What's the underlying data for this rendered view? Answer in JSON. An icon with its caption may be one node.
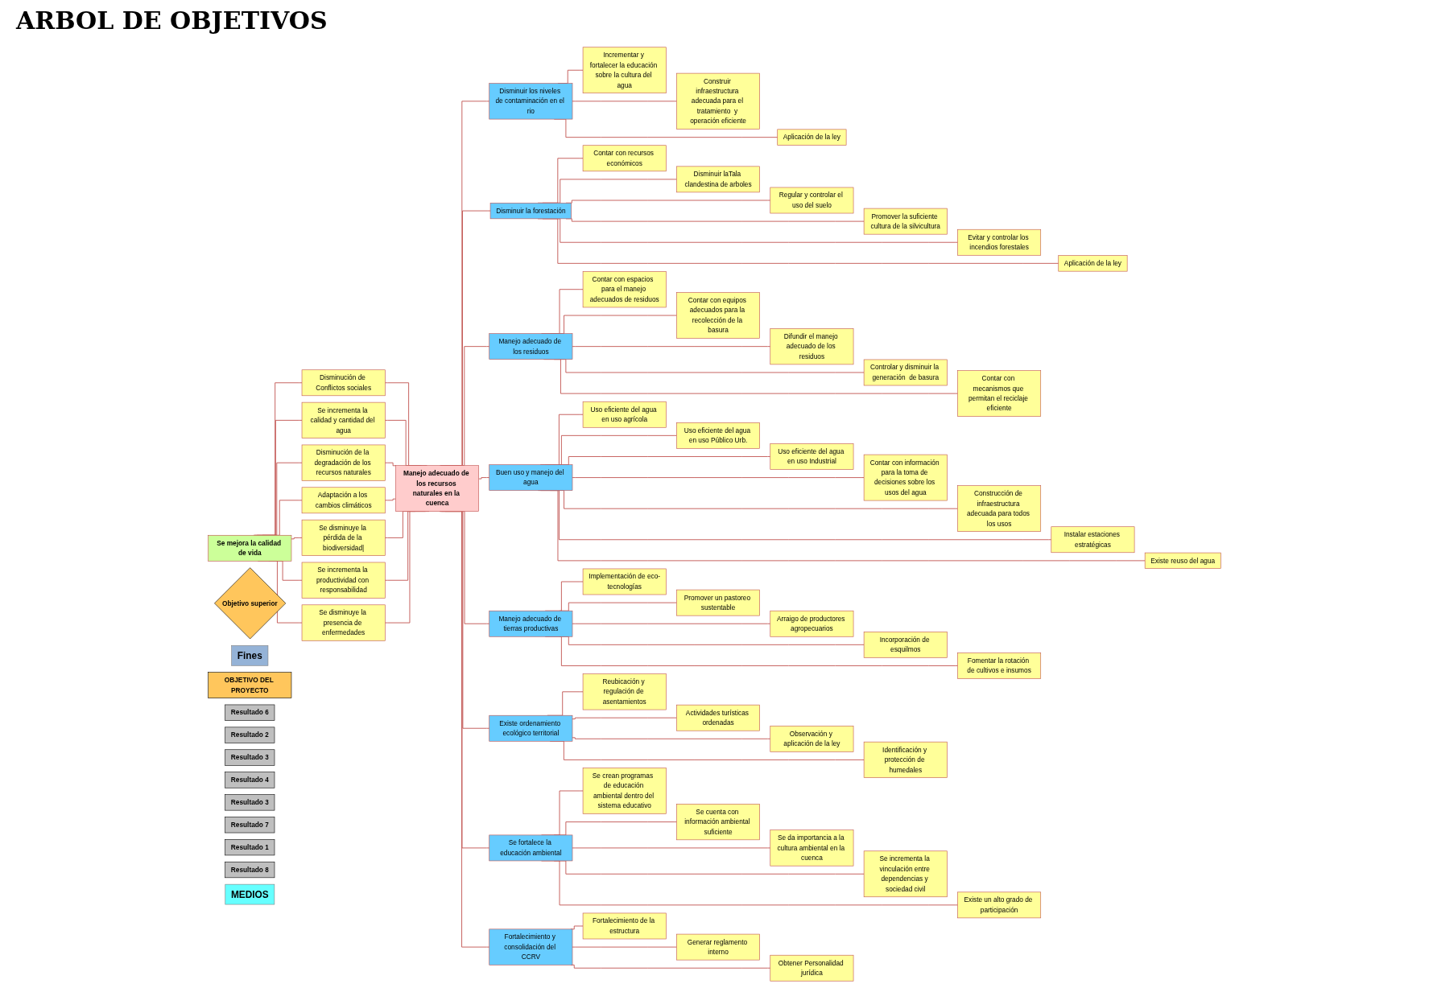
{
  "diagram": {
    "title": "ARBOL DE OBJETIVOS",
    "nodes": [
      {
        "text": [
          "Se mejora la calidad de vida"
        ]
      },
      {
        "text": [
          "Objetivo superior"
        ]
      },
      {
        "text": [
          "Fines"
        ]
      },
      {
        "text": [
          "Disminución de Conflictos sociales"
        ]
      },
      {
        "text": [
          "Se incrementa la calidad y cantidad del agua"
        ]
      },
      {
        "text": [
          "Disminución de la degradación de los recursos naturales"
        ]
      },
      {
        "text": [
          "Adaptación a los cambios climáticos"
        ]
      },
      {
        "text": [
          "Se disminuye la pérdida de la biodiversidad|"
        ]
      },
      {
        "text": [
          "Se incrementa la productividad con responsabilidad"
        ]
      },
      {
        "text": [
          "Se disminuye la presencia de enfermedades"
        ]
      },
      {
        "text": [
          "Manejo adecuado de los recursos naturales en la cuenca"
        ]
      },
      {
        "text": [
          "OBJETIVO DEL PROYECTO"
        ]
      },
      {
        "text": [
          "Resultado 6"
        ]
      },
      {
        "text": [
          "Resultado 2"
        ]
      },
      {
        "text": [
          "Resultado 3"
        ]
      },
      {
        "text": [
          "Resultado 4"
        ]
      },
      {
        "text": [
          "Resultado 3"
        ]
      },
      {
        "text": [
          "Resultado 7"
        ]
      },
      {
        "text": [
          "Resultado 1"
        ]
      },
      {
        "text": [
          "Resultado 8"
        ]
      },
      {
        "text": [
          "Disminuir los niveles de contaminación en el rio"
        ]
      },
      {
        "text": [
          "Disminuir  la forestación"
        ]
      },
      {
        "text": [
          "Manejo adecuado de los residuos"
        ]
      },
      {
        "text": [
          "Buen uso y manejo del agua"
        ]
      },
      {
        "text": [
          "Manejo adecuado de tierras productivas"
        ]
      },
      {
        "text": [
          "Existe ordenamiento ecológico territorial"
        ]
      },
      {
        "text": [
          "Se fortalece la educación ambiental"
        ]
      },
      {
        "text": [
          "Fortalecimiento y consolidación del CCRV"
        ]
      },
      {
        "text": [
          "Incrementar y fortalecer la educación sobre la cultura del agua"
        ]
      },
      {
        "text": [
          "Construir infraestructura adecuada para el tratamiento  y operación eficiente"
        ]
      },
      {
        "text": [
          "Aplicación de la ley"
        ]
      },
      {
        "text": [
          "Contar con recursos económicos"
        ]
      },
      {
        "text": [
          "Disminuir laTala clandestina de arboles"
        ]
      },
      {
        "text": [
          "Regular y controlar el uso del suelo"
        ]
      },
      {
        "text": [
          "Promover la suficiente cultura de la silvicultura"
        ]
      },
      {
        "text": [
          "Evitar y controlar los incendios forestales"
        ]
      },
      {
        "text": [
          "Aplicación de la ley"
        ]
      },
      {
        "text": [
          "Contar con espacios  para el manejo adecuados de residuos"
        ]
      },
      {
        "text": [
          "Contar con equipos adecuados para la recolección de la basura"
        ]
      },
      {
        "text": [
          "Difundir el manejo adecuado de los residuos"
        ]
      },
      {
        "text": [
          "Controlar y disminuir la generación  de basura"
        ]
      },
      {
        "text": [
          "Contar con mecanismos que permitan el reciclaje eficiente"
        ]
      },
      {
        "text": [
          "Uso eficiente del agua en uso agrícola"
        ]
      },
      {
        "text": [
          "Uso eficiente del agua en uso Público Urb."
        ]
      },
      {
        "text": [
          "Uso eficiente del agua en uso Industrial"
        ]
      },
      {
        "text": [
          "Contar con información para la toma de decisiones sobre los usos del agua"
        ]
      },
      {
        "text": [
          "Construcción de infraestructura adecuada para todos los usos"
        ]
      },
      {
        "text": [
          "Instalar estaciones estratégicas"
        ]
      },
      {
        "text": [
          "Existe reuso del agua"
        ]
      },
      {
        "text": [
          "Implementación de eco-tecnologías"
        ]
      },
      {
        "text": [
          "Promover un pastoreo sustentable"
        ]
      },
      {
        "text": [
          "Arraigo de productores agropecuarios"
        ]
      },
      {
        "text": [
          "Incorporación de esquilmos"
        ]
      },
      {
        "text": [
          "Fomentar la rotación de cultivos e insumos"
        ]
      },
      {
        "text": [
          "Reubicación y regulación de asentamientos"
        ]
      },
      {
        "text": [
          "Actividades turísticas ordenadas"
        ]
      },
      {
        "text": [
          "Observación y aplicación de la ley"
        ]
      },
      {
        "text": [
          "Identificación y protección de humedales"
        ]
      },
      {
        "text": [
          "Se crean programas  de educación ambiental dentro del sistema educativo"
        ]
      },
      {
        "text": [
          "Se cuenta con información ambiental suficiente"
        ]
      },
      {
        "text": [
          "Se da importancia a la cultura ambiental en la cuenca"
        ]
      },
      {
        "text": [
          "Se incrementa la vinculación entre dependencias y sociedad civil"
        ]
      },
      {
        "text": [
          "Existe un alto grado de participación"
        ]
      },
      {
        "text": [
          "Fortalecimiento de la estructura"
        ]
      },
      {
        "text": [
          "Generar reglamento interno"
        ]
      },
      {
        "text": [
          "Obtener Personalidad jurídica"
        ]
      },
      {
        "text": [
          "MEDIOS"
        ]
      }
    ],
    "edges": [
      {
        "from": 0,
        "to": 3,
        "arrow": "none"
      },
      {
        "from": 0,
        "to": 4,
        "arrow": "none"
      },
      {
        "from": 0,
        "to": 5,
        "arrow": "none"
      },
      {
        "from": 0,
        "to": 6,
        "arrow": "none"
      },
      {
        "from": 0,
        "to": 7,
        "arrow": "none"
      },
      {
        "from": 0,
        "to": 8,
        "arrow": "none"
      },
      {
        "from": 0,
        "to": 9,
        "arrow": "none"
      },
      {
        "from": 3,
        "to": 10,
        "arrow": "none"
      },
      {
        "from": 4,
        "to": 10,
        "arrow": "none"
      },
      {
        "from": 5,
        "to": 10,
        "arrow": "none"
      },
      {
        "from": 6,
        "to": 10,
        "arrow": "none"
      },
      {
        "from": 7,
        "to": 10,
        "arrow": "none"
      },
      {
        "from": 8,
        "to": 10,
        "arrow": "none"
      },
      {
        "from": 9,
        "to": 10,
        "arrow": "none"
      },
      {
        "from": 10,
        "to": 20,
        "arrow": "none"
      },
      {
        "from": 10,
        "to": 21,
        "arrow": "none"
      },
      {
        "from": 10,
        "to": 22,
        "arrow": "none"
      },
      {
        "from": 10,
        "to": 23,
        "arrow": "none"
      },
      {
        "from": 10,
        "to": 24,
        "arrow": "none"
      },
      {
        "from": 10,
        "to": 25,
        "arrow": "none"
      },
      {
        "from": 10,
        "to": 26,
        "arrow": "none"
      },
      {
        "from": 10,
        "to": 27,
        "arrow": "none"
      },
      {
        "from": 20,
        "to": 28,
        "arrow": "none"
      },
      {
        "from": 20,
        "to": 29,
        "arrow": "none"
      },
      {
        "from": 20,
        "to": 30,
        "arrow": "none"
      },
      {
        "from": 21,
        "to": 31,
        "arrow": "none"
      },
      {
        "from": 21,
        "to": 32,
        "arrow": "none"
      },
      {
        "from": 21,
        "to": 33,
        "arrow": "none"
      },
      {
        "from": 21,
        "to": 34,
        "arrow": "none"
      },
      {
        "from": 21,
        "to": 35,
        "arrow": "none"
      },
      {
        "from": 21,
        "to": 36,
        "arrow": "none"
      },
      {
        "from": 22,
        "to": 37,
        "arrow": "none"
      },
      {
        "from": 22,
        "to": 38,
        "arrow": "none"
      },
      {
        "from": 22,
        "to": 39,
        "arrow": "none"
      },
      {
        "from": 22,
        "to": 40,
        "arrow": "none"
      },
      {
        "from": 22,
        "to": 41,
        "arrow": "none"
      },
      {
        "from": 23,
        "to": 42,
        "arrow": "none"
      },
      {
        "from": 23,
        "to": 43,
        "arrow": "none"
      },
      {
        "from": 23,
        "to": 44,
        "arrow": "none"
      },
      {
        "from": 23,
        "to": 45,
        "arrow": "none"
      },
      {
        "from": 23,
        "to": 46,
        "arrow": "none"
      },
      {
        "from": 23,
        "to": 47,
        "arrow": "none"
      },
      {
        "from": 23,
        "to": 48,
        "arrow": "none"
      },
      {
        "from": 24,
        "to": 49,
        "arrow": "none"
      },
      {
        "from": 24,
        "to": 50,
        "arrow": "none"
      },
      {
        "from": 24,
        "to": 51,
        "arrow": "none"
      },
      {
        "from": 24,
        "to": 52,
        "arrow": "none"
      },
      {
        "from": 24,
        "to": 53,
        "arrow": "none"
      },
      {
        "from": 25,
        "to": 54,
        "arrow": "none"
      },
      {
        "from": 25,
        "to": 55,
        "arrow": "none"
      },
      {
        "from": 25,
        "to": 56,
        "arrow": "none"
      },
      {
        "from": 25,
        "to": 57,
        "arrow": "none"
      },
      {
        "from": 26,
        "to": 58,
        "arrow": "none"
      },
      {
        "from": 26,
        "to": 59,
        "arrow": "none"
      },
      {
        "from": 26,
        "to": 60,
        "arrow": "none"
      },
      {
        "from": 26,
        "to": 61,
        "arrow": "none"
      },
      {
        "from": 26,
        "to": 62,
        "arrow": "none"
      },
      {
        "from": 27,
        "to": 63,
        "arrow": "none"
      },
      {
        "from": 27,
        "to": 64,
        "arrow": "none"
      },
      {
        "from": 27,
        "to": 65,
        "arrow": "none"
      }
    ]
  }
}
